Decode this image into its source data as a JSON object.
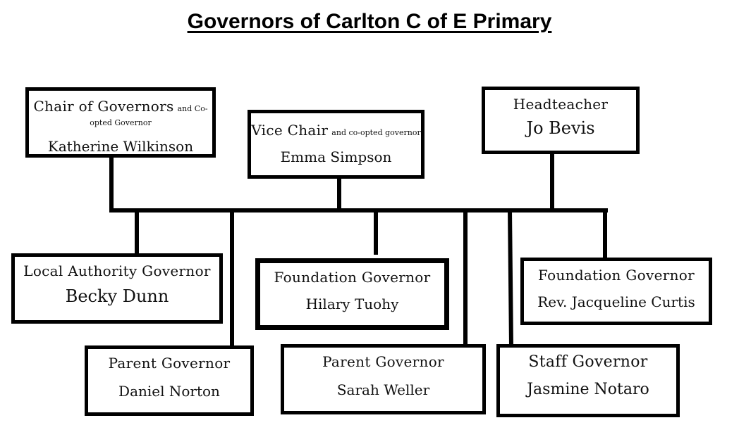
{
  "title": "Governors of Carlton C of E Primary",
  "top_row": [
    {
      "role": "Chair of Governors",
      "role_extra": "and Co-opted Governor",
      "name": "Katherine Wilkinson"
    },
    {
      "role": "Vice Chair",
      "role_extra": "and co-opted governor",
      "name": "Emma Simpson"
    },
    {
      "role": "Headteacher",
      "name": "Jo Bevis"
    }
  ],
  "middle_row": [
    {
      "role": "Local Authority Governor",
      "name": "Becky Dunn"
    },
    {
      "role": "Foundation Governor",
      "name": "Hilary Tuohy"
    },
    {
      "role": "Foundation Governor",
      "name": "Rev. Jacqueline Curtis"
    }
  ],
  "bottom_row": [
    {
      "role": "Parent Governor",
      "name": "Daniel Norton"
    },
    {
      "role": "Parent Governor",
      "name": "Sarah Weller"
    },
    {
      "role": "Staff Governor",
      "name": "Jasmine Notaro"
    }
  ]
}
